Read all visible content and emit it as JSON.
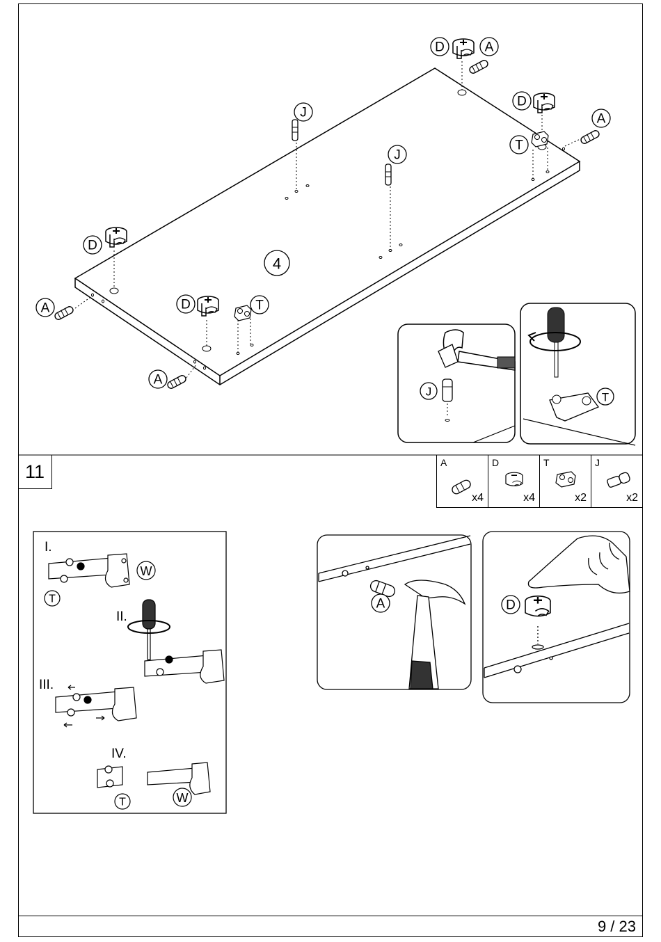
{
  "step": {
    "number": "11"
  },
  "parts": [
    {
      "letter": "A",
      "qty": "x4"
    },
    {
      "letter": "D",
      "qty": "x4"
    },
    {
      "letter": "T",
      "qty": "x2"
    },
    {
      "letter": "J",
      "qty": "x2"
    }
  ],
  "panel": {
    "label": "4"
  },
  "callouts": {
    "a": "A",
    "d": "D",
    "j": "J",
    "t": "T",
    "w": "W"
  },
  "hinge_steps": [
    "I.",
    "II.",
    "III.",
    "IV."
  ],
  "footer": {
    "page": "9 / 23"
  }
}
